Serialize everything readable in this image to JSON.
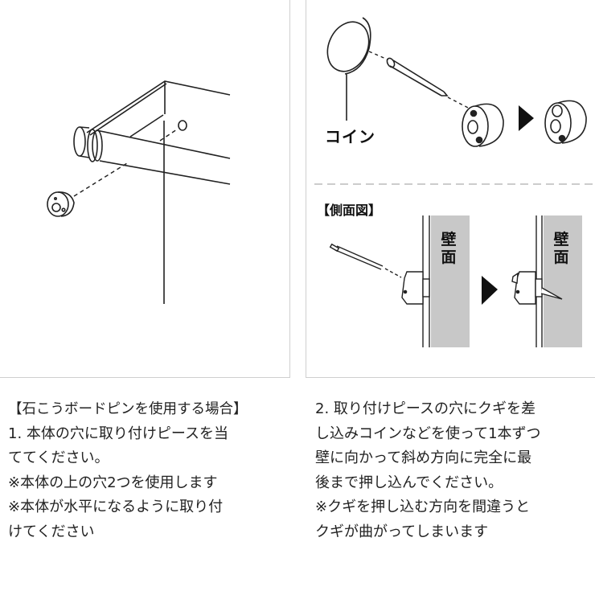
{
  "left_panel": {
    "illustration": "shelf-rod-with-mounting-piece"
  },
  "right_panel": {
    "top": {
      "coin_label": "コイン",
      "illustration": "coin-pushing-pin-into-mounting-piece"
    },
    "side_view": {
      "title": "【側面図】",
      "wall_label_1": "壁",
      "wall_label_2": "面",
      "illustration": "pin-inserted-diagonally-into-wall"
    }
  },
  "instructions_left": {
    "heading": "【石こうボードピンを使用する場合】",
    "lines": [
      "1. 本体の穴に取り付けピースを当",
      "ててください。",
      "※本体の上の穴2つを使用します",
      "※本体が水平になるように取り付",
      "けてください"
    ]
  },
  "instructions_right": {
    "lines": [
      "2. 取り付けピースの穴にクギを差",
      "し込みコインなどを使って1本ずつ",
      "壁に向かって斜め方向に完全に最",
      "後まで押し込んでください。",
      "※クギを押し込む方向を間違うと",
      "クギが曲がってしまいます"
    ]
  },
  "colors": {
    "border": "#cfcfcf",
    "wall": "#c8c8c8",
    "line": "#222222"
  }
}
